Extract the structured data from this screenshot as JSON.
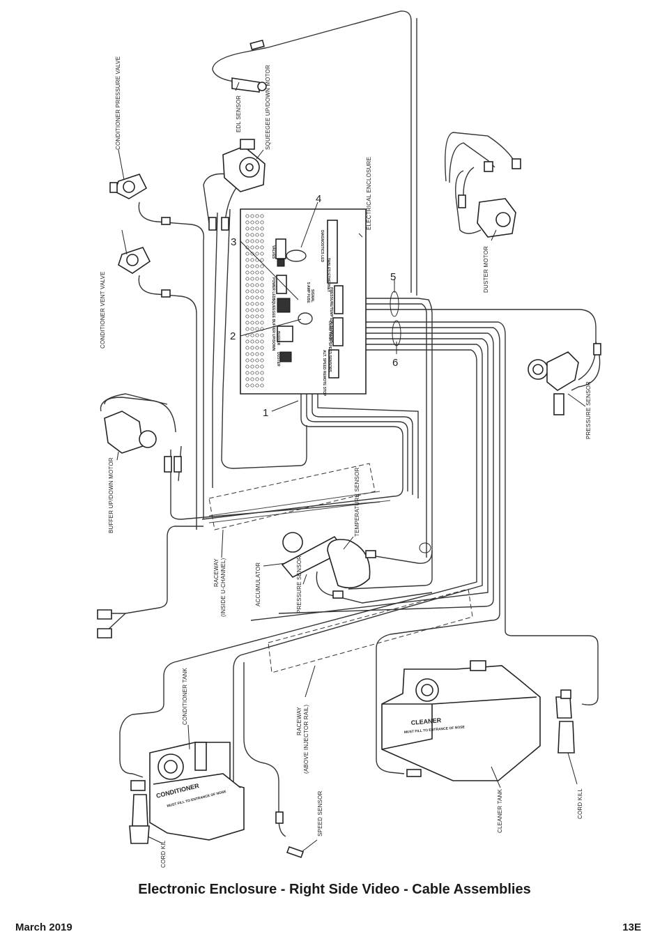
{
  "diagram": {
    "components": {
      "conditioner_pressure_valve": "CONDITIONER PRESSURE VALVE",
      "conditioner_vent_valve": "CONDITIONER VENT VALVE",
      "edl_sensor": "EDL SENSOR",
      "squeegee_motor": "SQUEEGEE UP/DOWN MOTOR",
      "electrical_enclosure": "ELECTRICAL ENCLOSURE",
      "duster_motor": "DUSTER MOTOR",
      "pressure_sensor_right": "PRESSURE SENSOR",
      "buffer_motor": "BUFFER UP/DOWN MOTOR",
      "raceway_u_channel_line1": "RACEWAY",
      "raceway_u_channel_line2": "(INSIDE U-CHANNEL)",
      "accumulator": "ACCUMULATOR",
      "pressure_sensor_center": "PRESSURE SENSOR",
      "temperature_sensor": "TEMPERATURE SENSOR",
      "raceway_injector_line1": "RACEWAY",
      "raceway_injector_line2": "(ABOVE INJECTOR RAIL)",
      "conditioner_tank": "CONDITIONER TANK",
      "speed_sensor": "SPEED SENSOR",
      "cleaner_tank": "CLEANER TANK",
      "cord_kill_right": "CORD KILL",
      "cord_kill_left": "CORD KIL"
    },
    "callouts": [
      "1",
      "2",
      "3",
      "4",
      "5",
      "6"
    ],
    "board_labels": {
      "tablet_ethernet": "TABLET/ ETHERNET",
      "diagnostics_led": "DIAGNOSTICS LED",
      "valves": "VALVES",
      "power_leds": "POWER LEDS",
      "squeegee_buffer_up_down": "SQUEEGEE BUFFER UP/DOWN",
      "fuse_5_amp": "5 AMP FUSE",
      "fuse_signal": "SIGNAL",
      "pressure_temp_edl_sensors": "PRESSURE/TEMP EDL SENSORS",
      "cord_tank_speed_sensors": "CORD TANK SPEED SENSORS",
      "remote_stop": "ALT. SPEED REMOTE STOP",
      "buffer": "BUFFER",
      "duster": "DUSTER"
    },
    "tank_labels": {
      "conditioner": "CONDITIONER",
      "cleaner": "CLEANER",
      "fill_note": "MUST FILL TO ENTRANCE OF NOSE"
    }
  },
  "title": "Electronic Enclosure - Right Side Video - Cable Assemblies",
  "footer": {
    "date": "March 2019",
    "page": "13E"
  }
}
